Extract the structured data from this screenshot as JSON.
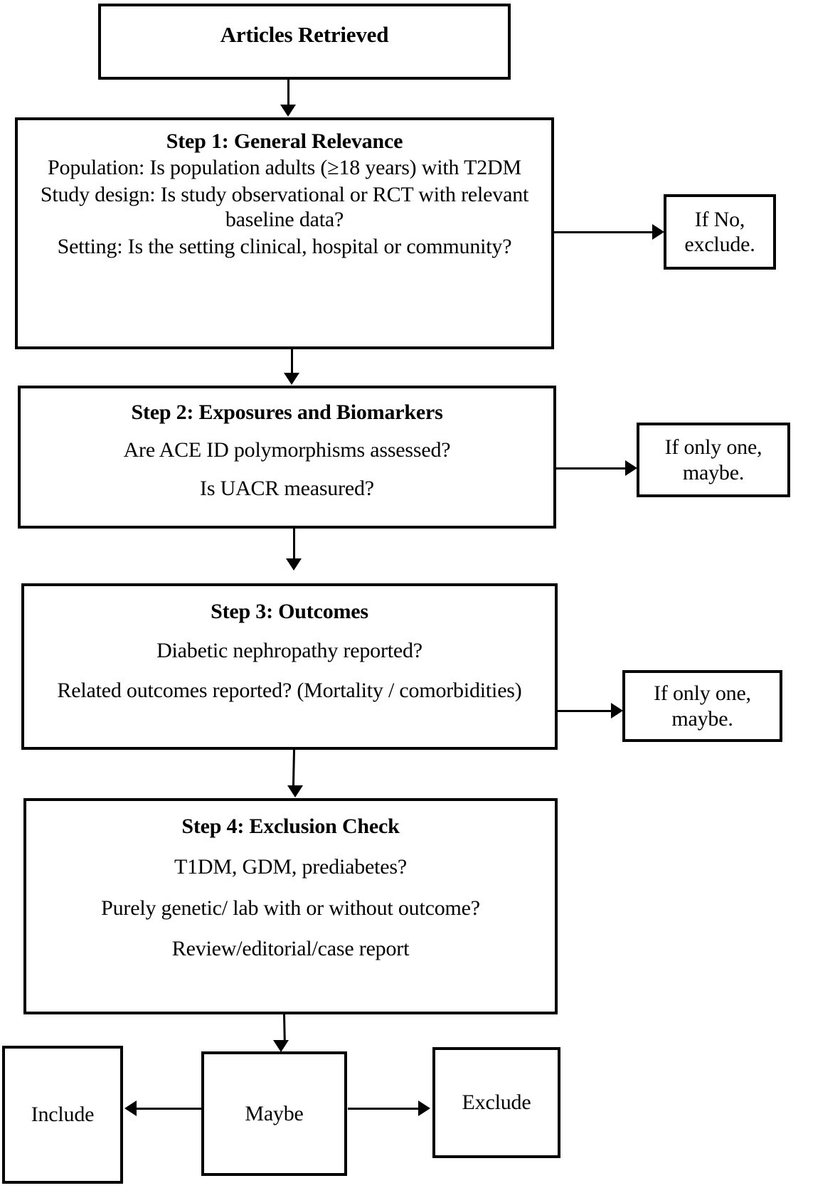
{
  "diagram": {
    "type": "flowchart",
    "title": "Study screening flowchart",
    "nodes": {
      "articles": {
        "title": "Articles Retrieved"
      },
      "step1": {
        "title": "Step 1: General Relevance",
        "lines": [
          "Population: Is population adults (≥18 years) with T2DM",
          "Study design: Is study observational or RCT with relevant baseline data?",
          "Setting: Is the setting clinical, hospital or community?"
        ]
      },
      "if_no": {
        "lines": [
          "If No,",
          "exclude."
        ]
      },
      "step2": {
        "title": "Step 2: Exposures and Biomarkers",
        "lines": [
          "Are ACE ID polymorphisms assessed?",
          "Is UACR measured?"
        ]
      },
      "maybe1": {
        "lines": [
          "If only one,",
          "maybe."
        ]
      },
      "step3": {
        "title": "Step 3: Outcomes",
        "lines": [
          "Diabetic nephropathy reported?",
          "Related outcomes reported? (Mortality / comorbidities)"
        ]
      },
      "maybe2": {
        "lines": [
          "If only one,",
          "maybe."
        ]
      },
      "step4": {
        "title": "Step 4: Exclusion Check",
        "lines": [
          "T1DM, GDM, prediabetes?",
          "Purely genetic/ lab with or without outcome?",
          "Review/editorial/case report"
        ]
      },
      "include": {
        "label": "Include"
      },
      "maybe_final": {
        "label": "Maybe"
      },
      "exclude": {
        "label": "Exclude"
      }
    },
    "edges": [
      {
        "from": "articles",
        "to": "step1",
        "direction": "down"
      },
      {
        "from": "step1",
        "to": "if_no",
        "direction": "right"
      },
      {
        "from": "step1",
        "to": "step2",
        "direction": "down"
      },
      {
        "from": "step2",
        "to": "maybe1",
        "direction": "right"
      },
      {
        "from": "step2",
        "to": "step3",
        "direction": "down"
      },
      {
        "from": "step3",
        "to": "maybe2",
        "direction": "right"
      },
      {
        "from": "step3",
        "to": "step4",
        "direction": "down"
      },
      {
        "from": "step4",
        "to": "maybe_final",
        "direction": "down"
      },
      {
        "from": "maybe_final",
        "to": "include",
        "direction": "left"
      },
      {
        "from": "maybe_final",
        "to": "exclude",
        "direction": "right"
      }
    ],
    "colors": {
      "stroke": "#000000",
      "fill": "#ffffff",
      "text": "#000000"
    }
  }
}
